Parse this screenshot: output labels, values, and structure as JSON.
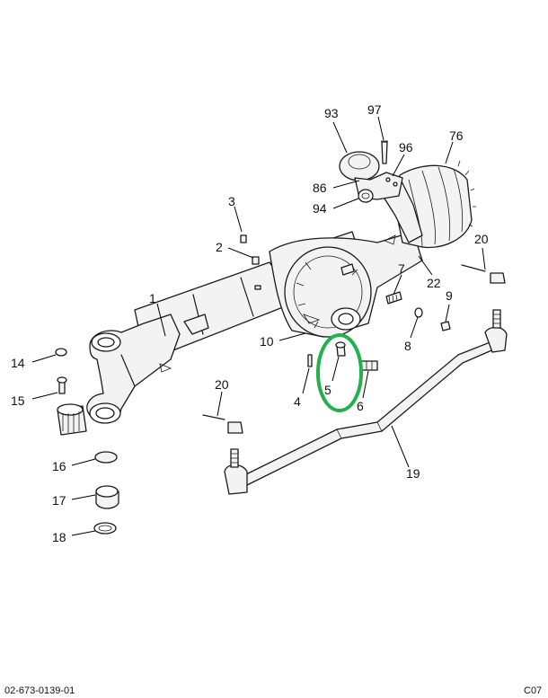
{
  "document": {
    "part_number": "02-673-0139-01",
    "page_code": "C07"
  },
  "callouts": [
    {
      "id": "c1",
      "label": "1"
    },
    {
      "id": "c2",
      "label": "2"
    },
    {
      "id": "c3",
      "label": "3"
    },
    {
      "id": "c4",
      "label": "4"
    },
    {
      "id": "c5",
      "label": "5"
    },
    {
      "id": "c6",
      "label": "6"
    },
    {
      "id": "c7",
      "label": "7"
    },
    {
      "id": "c8",
      "label": "8"
    },
    {
      "id": "c9",
      "label": "9"
    },
    {
      "id": "c10",
      "label": "10"
    },
    {
      "id": "c14",
      "label": "14"
    },
    {
      "id": "c15",
      "label": "15"
    },
    {
      "id": "c16",
      "label": "16"
    },
    {
      "id": "c17",
      "label": "17"
    },
    {
      "id": "c18",
      "label": "18"
    },
    {
      "id": "c19",
      "label": "19"
    },
    {
      "id": "c20a",
      "label": "20"
    },
    {
      "id": "c20b",
      "label": "20"
    },
    {
      "id": "c22",
      "label": "22"
    },
    {
      "id": "c76",
      "label": "76"
    },
    {
      "id": "c86",
      "label": "86"
    },
    {
      "id": "c93",
      "label": "93"
    },
    {
      "id": "c94",
      "label": "94"
    },
    {
      "id": "c96",
      "label": "96"
    },
    {
      "id": "c97",
      "label": "97"
    }
  ],
  "highlight": {
    "color": "#22b14c",
    "target": "5"
  },
  "colors": {
    "ink": "#1a1a1a",
    "paper": "#ffffff",
    "shade": "#f3f3f3"
  }
}
